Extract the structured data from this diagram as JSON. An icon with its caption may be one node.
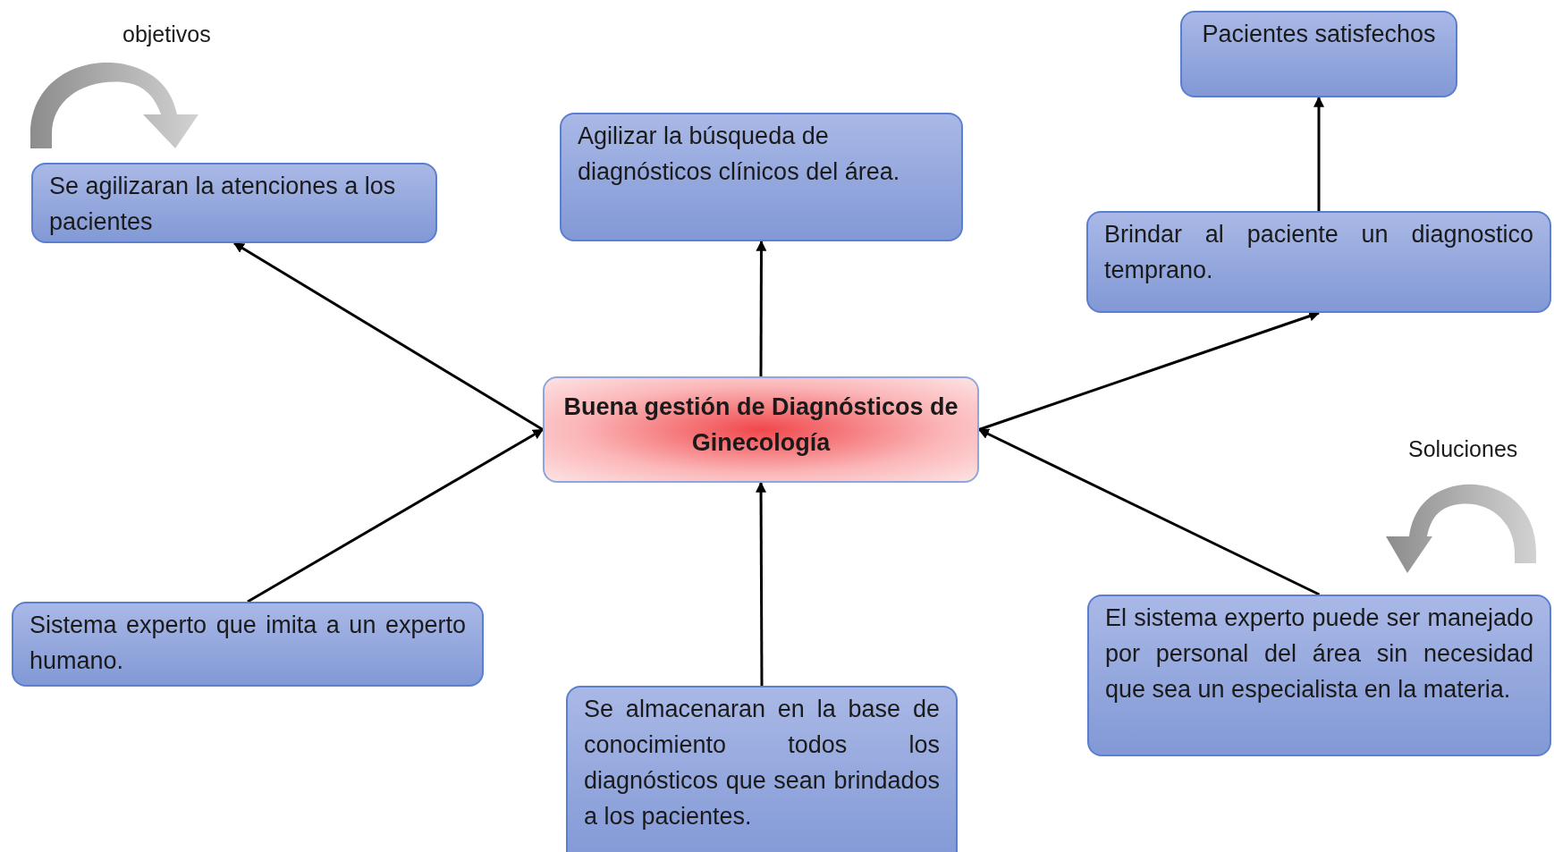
{
  "diagram": {
    "nodes": [
      {
        "text": [
          "Se agilizaran la atenciones a los pacientes"
        ]
      },
      {
        "text": [
          "Agilizar la búsqueda de diagnósticos clínicos del área."
        ]
      },
      {
        "text": [
          "Pacientes satisfechos"
        ]
      },
      {
        "text": [
          "Brindar al paciente un diagnostico temprano."
        ]
      },
      {
        "text": [
          "Buena gestión de Diagnósticos de Ginecología"
        ]
      },
      {
        "text": [
          "Sistema experto que imita a un experto humano."
        ]
      },
      {
        "text": [
          "Se almacenaran en la base de conocimiento todos los diagnósticos que sean brindados a los pacientes."
        ]
      },
      {
        "text": [
          "El sistema experto puede ser manejado por personal del área sin necesidad que sea un especialista en la materia."
        ]
      }
    ],
    "edges": [
      {
        "from": 4,
        "to": 0,
        "arrow": "to"
      },
      {
        "from": 4,
        "to": 1,
        "arrow": "to"
      },
      {
        "from": 3,
        "to": 2,
        "arrow": "to"
      },
      {
        "from": 4,
        "to": 3,
        "arrow": "to"
      },
      {
        "from": 5,
        "to": 4,
        "arrow": "to"
      },
      {
        "from": 6,
        "to": 4,
        "arrow": "to"
      },
      {
        "from": 7,
        "to": 4,
        "arrow": "to"
      }
    ],
    "labels": [
      "objetivos",
      "Soluciones"
    ]
  }
}
